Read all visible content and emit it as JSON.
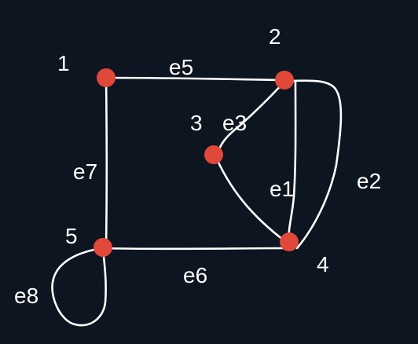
{
  "graph": {
    "colors": {
      "background": "#0d1520",
      "node": "#e0483a",
      "edge": "#ffffff",
      "label": "#ffffff"
    },
    "nodes": [
      {
        "id": "1",
        "label": "1"
      },
      {
        "id": "2",
        "label": "2"
      },
      {
        "id": "3",
        "label": "3"
      },
      {
        "id": "4",
        "label": "4"
      },
      {
        "id": "5",
        "label": "5"
      }
    ],
    "edges": [
      {
        "id": "e1",
        "label": "e1",
        "from": "2",
        "to": "4"
      },
      {
        "id": "e2",
        "label": "e2",
        "from": "2",
        "to": "4"
      },
      {
        "id": "e3",
        "label": "e3",
        "from": "3",
        "to": "2"
      },
      {
        "id": "e4",
        "label": "",
        "from": "3",
        "to": "4"
      },
      {
        "id": "e5",
        "label": "e5",
        "from": "1",
        "to": "2"
      },
      {
        "id": "e6",
        "label": "e6",
        "from": "5",
        "to": "4"
      },
      {
        "id": "e7",
        "label": "e7",
        "from": "1",
        "to": "5"
      },
      {
        "id": "e8",
        "label": "e8",
        "from": "5",
        "to": "5"
      }
    ]
  }
}
